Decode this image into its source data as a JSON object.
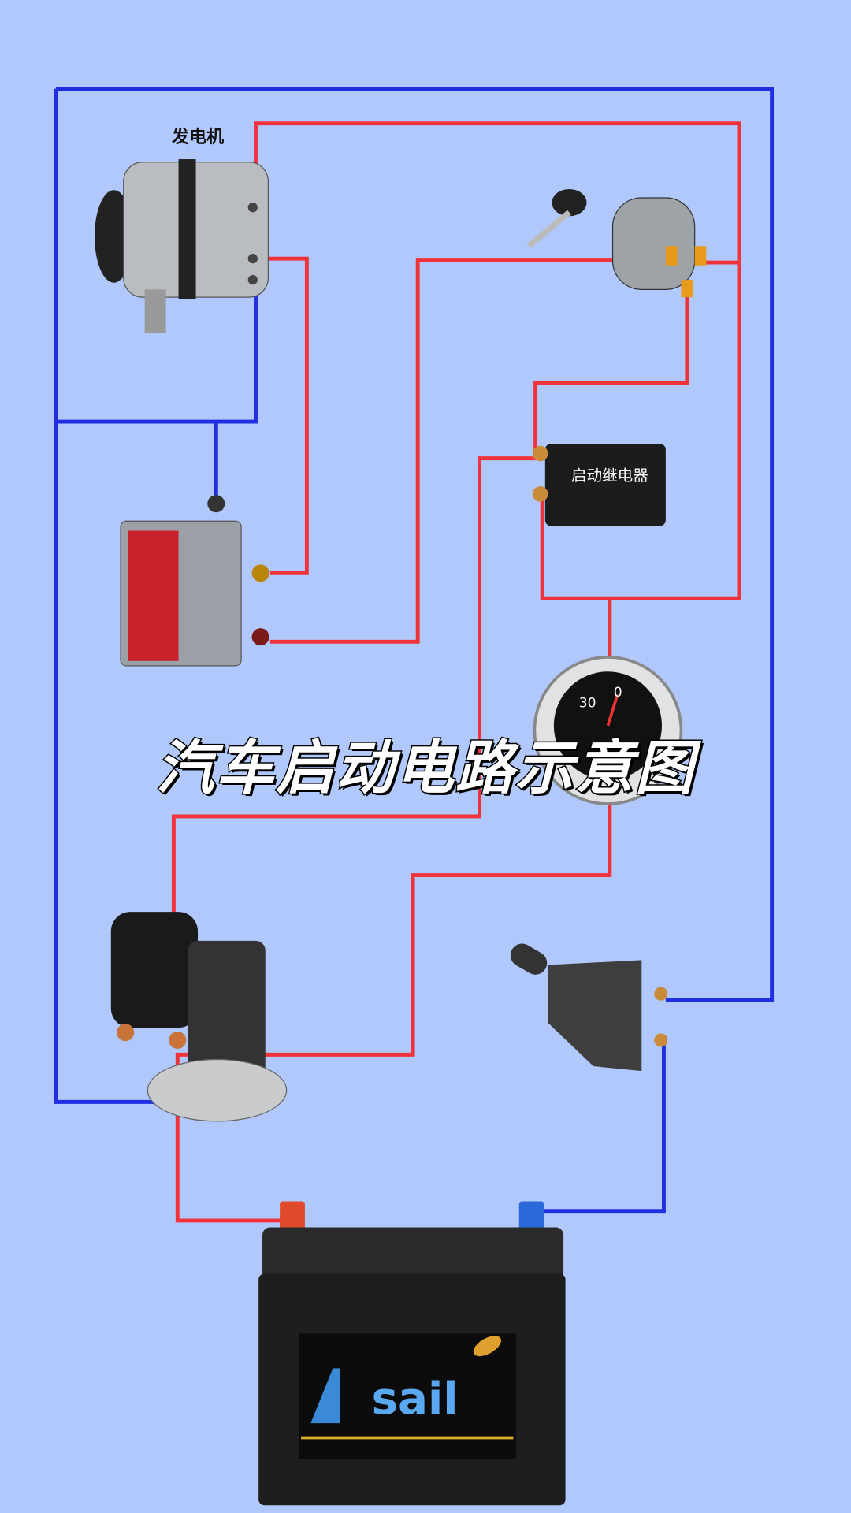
{
  "title": "汽车启动电路示意图",
  "labels": {
    "alternator": "发电机",
    "starter_relay": "启动继电器",
    "gauge_left": "30",
    "gauge_right": "0",
    "battery_brand": "sail"
  },
  "colors": {
    "background": "#b0c8fb",
    "positive_wire": "#f0333a",
    "negative_wire": "#1f2ee0"
  },
  "components": [
    "alternator",
    "ignition-switch",
    "voltage-regulator",
    "starter-relay",
    "ammeter-gauge",
    "starter-motor",
    "battery-disconnect-switch",
    "battery"
  ]
}
